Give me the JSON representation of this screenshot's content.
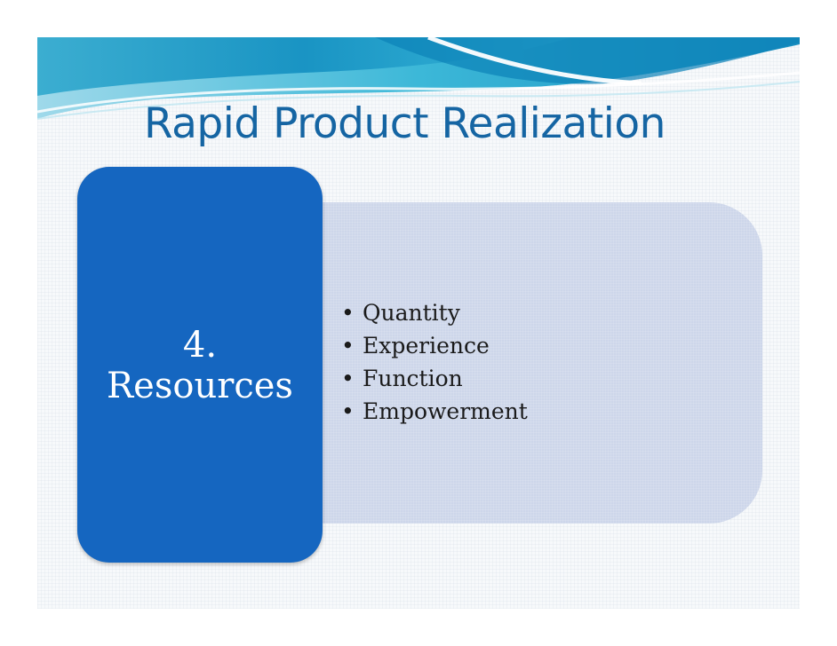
{
  "slide": {
    "title": "Rapid Product Realization",
    "label_number": "4.",
    "label_text": "Resources",
    "bullet_symbol": "•",
    "items": [
      "Quantity",
      "Experience",
      "Function",
      "Empowerment"
    ]
  },
  "colors": {
    "title": "#1565a3",
    "label_box": "#1566c0",
    "content_box": "#cdd6ea",
    "wave_light": "#8fd4e6",
    "wave_dark": "#1f9fc2"
  },
  "icons": {
    "header_decoration": "blue-wave-graphic"
  }
}
